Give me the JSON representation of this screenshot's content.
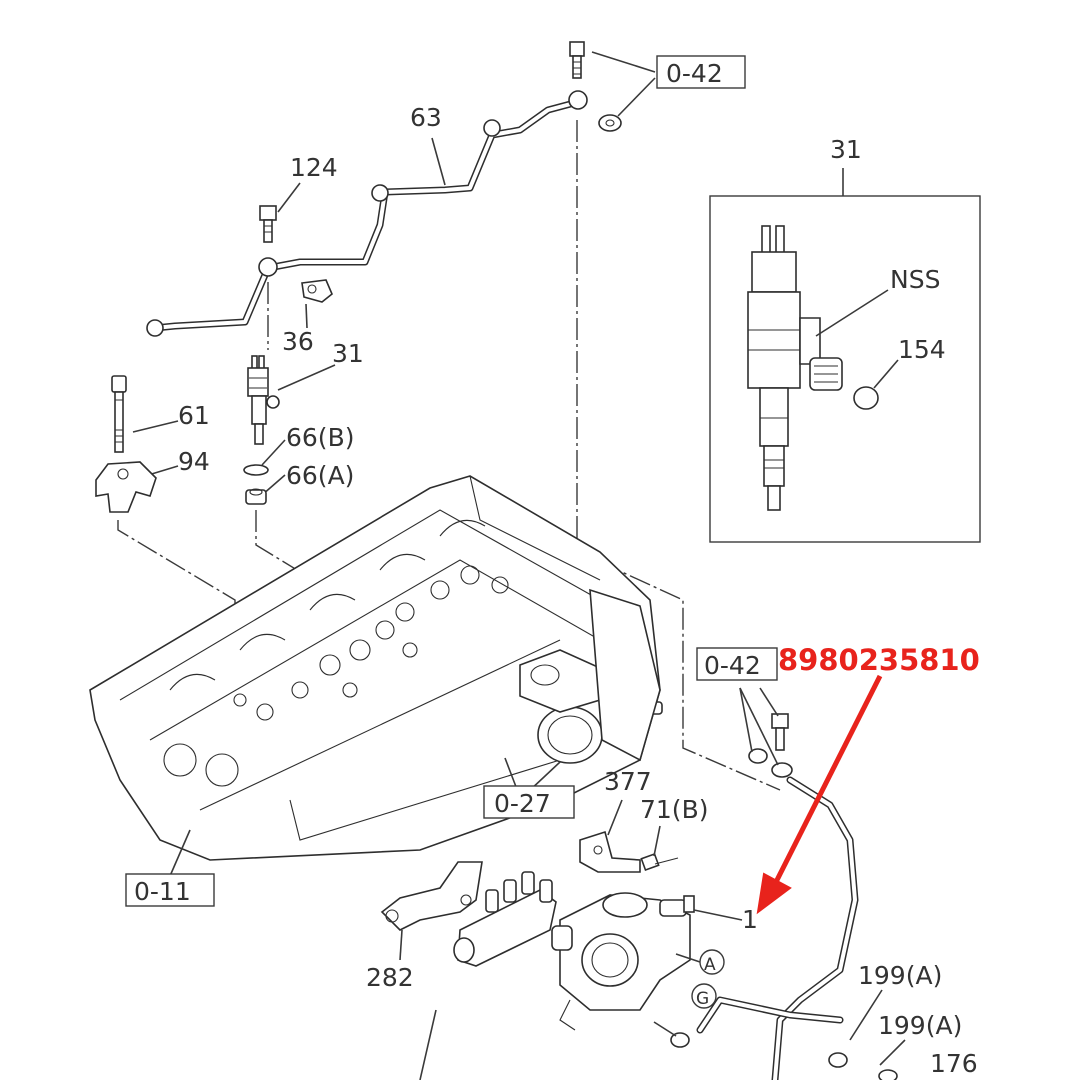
{
  "diagram": {
    "labels": {
      "ref_042_top": "0-42",
      "part_63": "63",
      "part_124": "124",
      "part_36": "36",
      "part_31_main": "31",
      "part_61": "61",
      "part_94": "94",
      "part_66b": "66(B)",
      "part_66a": "66(A)",
      "part_31_detail": "31",
      "nss": "NSS",
      "part_154": "154",
      "ref_042_mid": "0-42",
      "ref_027": "0-27",
      "ref_011": "0-11",
      "part_377": "377",
      "part_71b": "71(B)",
      "part_282": "282",
      "part_1": "1",
      "circle_a": "A",
      "circle_g": "G",
      "part_199a_1": "199(A)",
      "part_199a_2": "199(A)",
      "part_176": "176"
    },
    "part_number": "8980235810",
    "colors": {
      "line": "#3a3a3a",
      "text": "#333333",
      "highlight": "#e8231c"
    }
  }
}
